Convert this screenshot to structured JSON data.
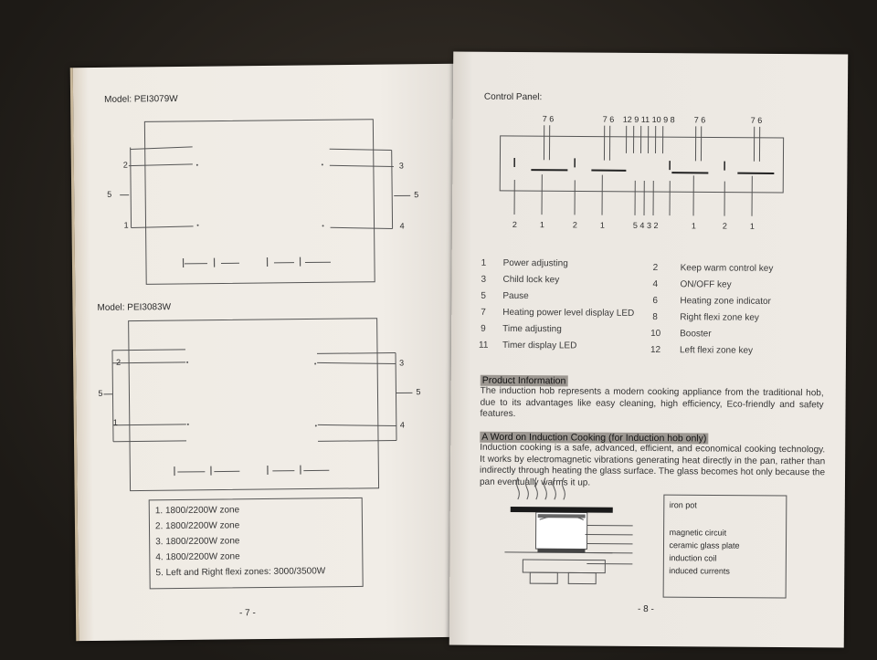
{
  "left": {
    "model1": "Model: PEI3079W",
    "model2": "Model: PEI3083W",
    "callouts1": [
      "2",
      "3",
      "5",
      "5",
      "1",
      "4"
    ],
    "callouts2": [
      "2",
      "3",
      "5",
      "5",
      "1",
      "4"
    ],
    "zones": [
      "1. 1800/2200W zone",
      "2. 1800/2200W zone",
      "3. 1800/2200W zone",
      "4. 1800/2200W zone",
      "5. Left and Right flexi zones: 3000/3500W"
    ],
    "page_number": "- 7 -"
  },
  "right": {
    "control_panel_title": "Control Panel:",
    "top_numbers": [
      "7 6",
      "7 6",
      "12 9 11 10 9 8",
      "7 6",
      "7 6"
    ],
    "bottom_numbers": [
      "2",
      "1",
      "2",
      "1",
      "5 4 3 2",
      "1",
      "2",
      "1"
    ],
    "legend_left": [
      {
        "num": "1",
        "text": "Power adjusting"
      },
      {
        "num": "3",
        "text": "Child lock key"
      },
      {
        "num": "5",
        "text": "Pause"
      },
      {
        "num": "7",
        "text": "Heating power level display LED"
      },
      {
        "num": "9",
        "text": "Time adjusting"
      },
      {
        "num": "11",
        "text": "Timer display LED"
      }
    ],
    "legend_right": [
      {
        "num": "2",
        "text": "Keep warm control key"
      },
      {
        "num": "4",
        "text": "ON/OFF key"
      },
      {
        "num": "6",
        "text": "Heating zone indicator"
      },
      {
        "num": "8",
        "text": "Right flexi zone key"
      },
      {
        "num": "10",
        "text": "Booster"
      },
      {
        "num": "12",
        "text": "Left flexi zone key"
      }
    ],
    "product_info_heading": "Product Information",
    "product_info_text": "The induction hob represents a modern cooking appliance from the traditional hob, due to its advantages like easy cleaning, high efficiency, Eco-friendly and safety features.",
    "induction_heading": "A Word on Induction Cooking (for Induction hob only)",
    "induction_text": "Induction cooking is a safe, advanced, efficient, and economical cooking technology. It works by electromagnetic vibrations generating heat directly in the pan, rather than indirectly through heating the glass surface. The glass becomes hot only because the pan eventually warms it up.",
    "diagram_labels": [
      "iron pot",
      "magnetic circuit",
      "ceramic glass plate",
      "induction coil",
      "induced currents"
    ],
    "page_number": "- 8 -"
  }
}
